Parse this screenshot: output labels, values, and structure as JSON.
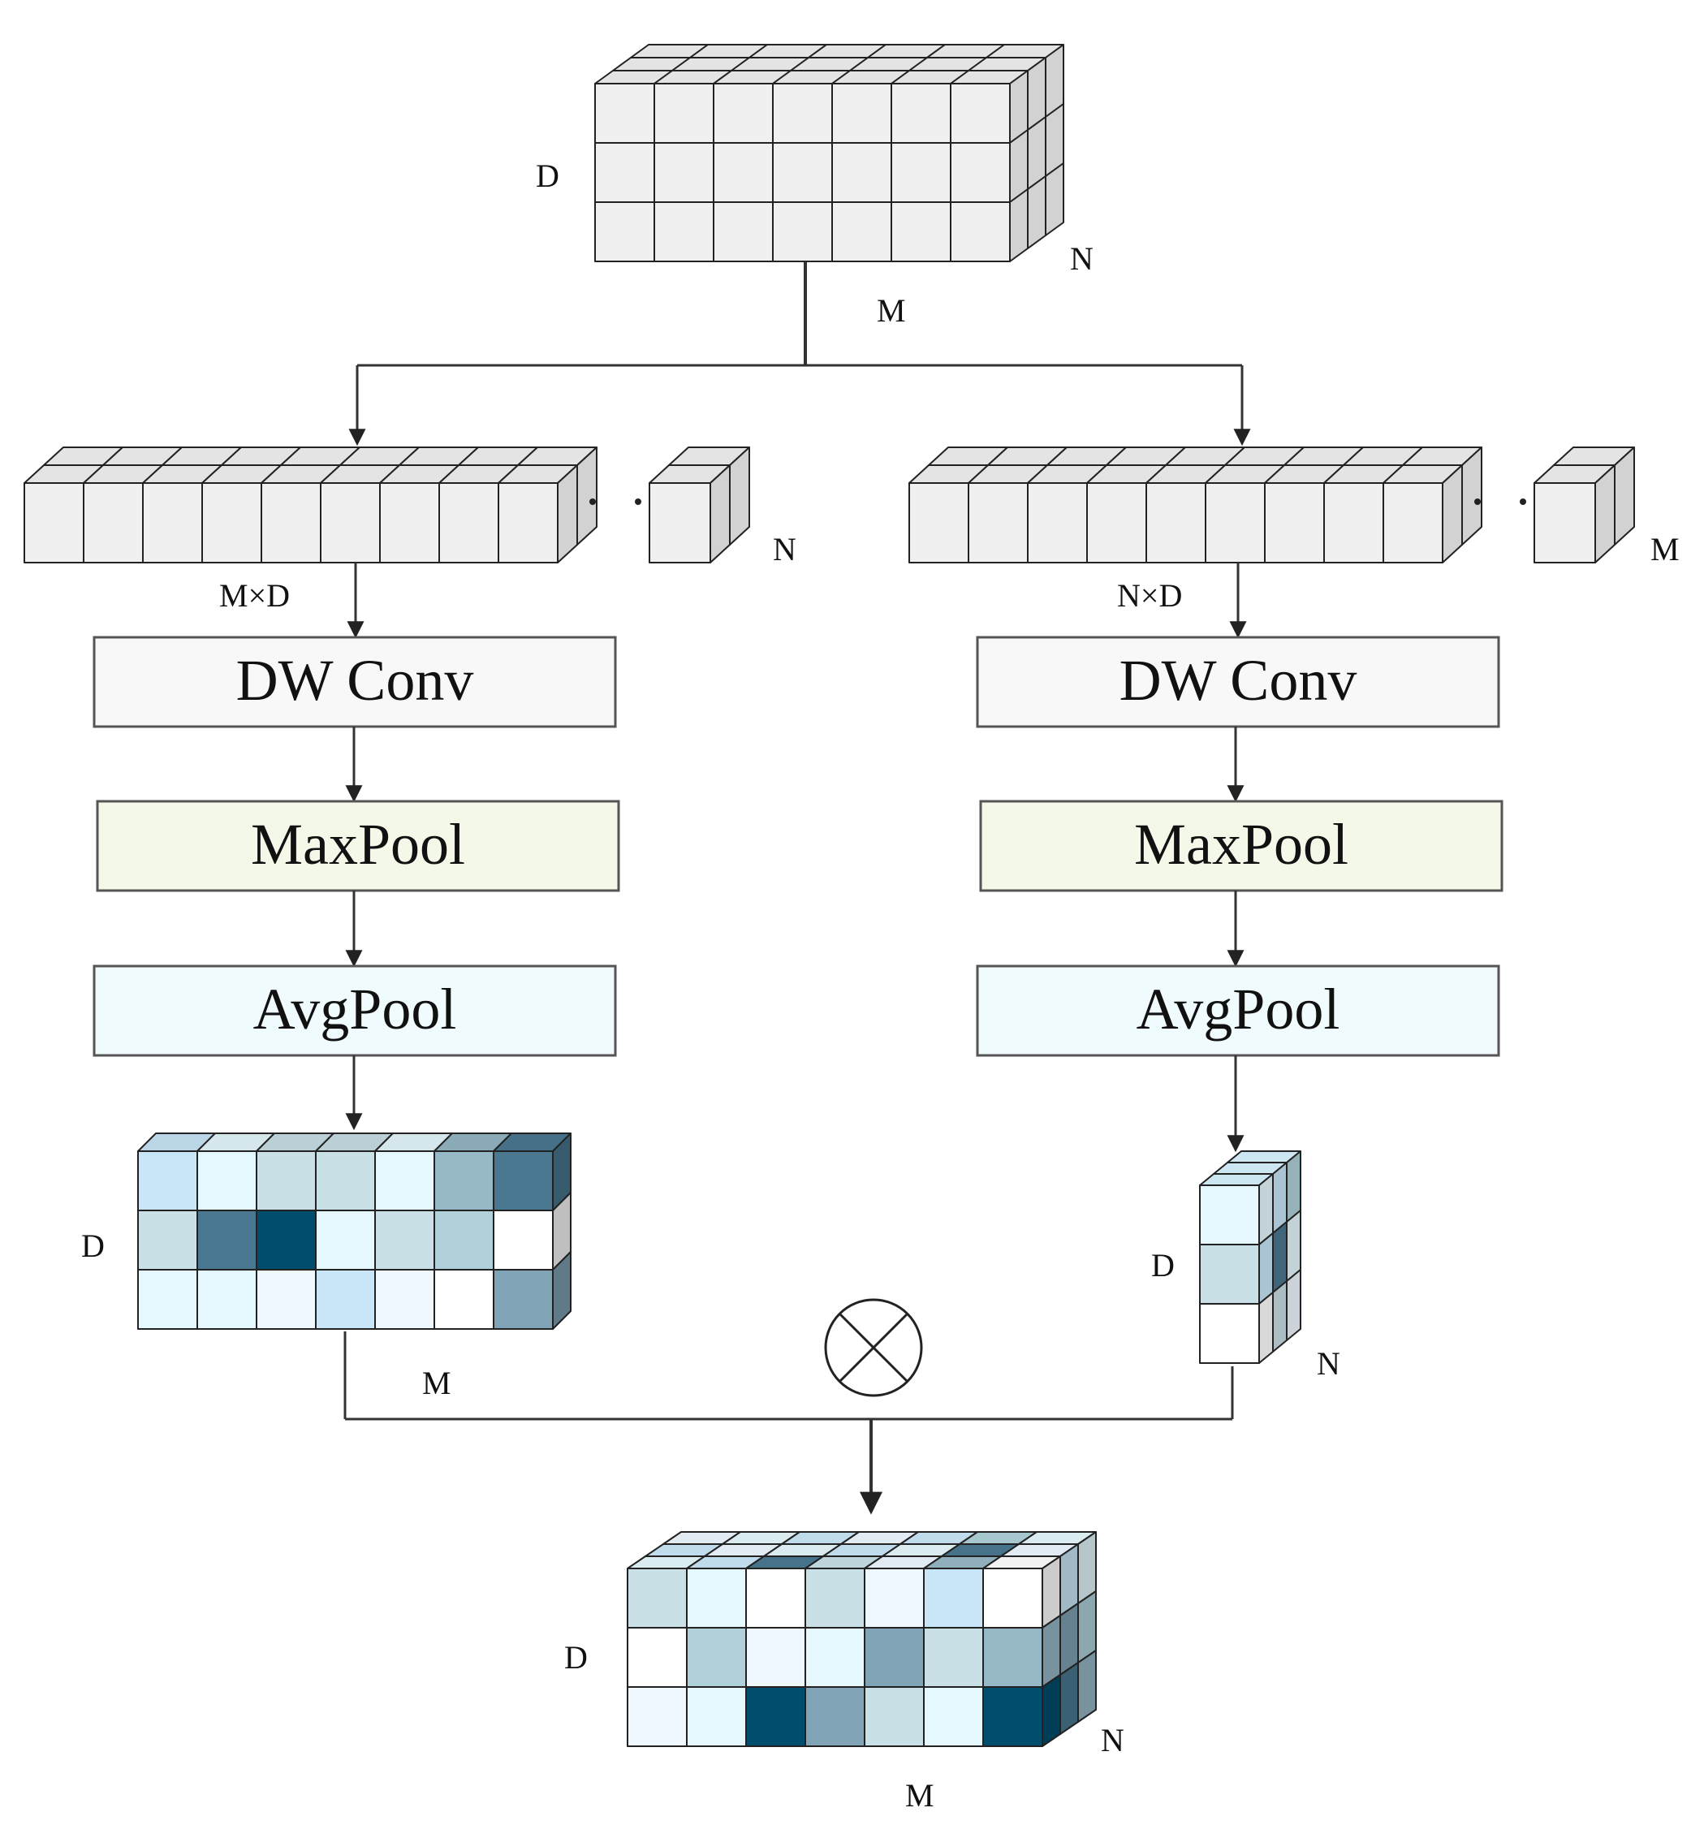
{
  "colors": {
    "plain_cell": "#f0f0f0",
    "dwconv_fill": "#f8f8f8",
    "maxpool_fill": "#f4f8e8",
    "avgpool_fill": "#f0fbfd",
    "heat_scale": [
      "#ffffff",
      "#eff7ff",
      "#e5f8fd",
      "#c9e6f8",
      "#c8e0e6",
      "#b0d1d9",
      "#97b8c6",
      "#80a3b5",
      "#4a7891",
      "#004d6e"
    ]
  },
  "input_tensor": {
    "label_d": "D",
    "label_m": "M",
    "label_n": "N"
  },
  "left_branch": {
    "strip_label": "M×D",
    "slice_label": "N",
    "dwconv": "DW Conv",
    "maxpool": "MaxPool",
    "avgpool": "AvgPool",
    "result": {
      "label_d": "D",
      "label_m": "M"
    }
  },
  "right_branch": {
    "strip_label": "N×D",
    "slice_label": "M",
    "dwconv": "DW Conv",
    "maxpool": "MaxPool",
    "avgpool": "AvgPool",
    "result": {
      "label_d": "D",
      "label_n": "N"
    }
  },
  "operator": {
    "symbol": "multiply-icon"
  },
  "output_tensor": {
    "label_d": "D",
    "label_m": "M",
    "label_n": "N"
  }
}
